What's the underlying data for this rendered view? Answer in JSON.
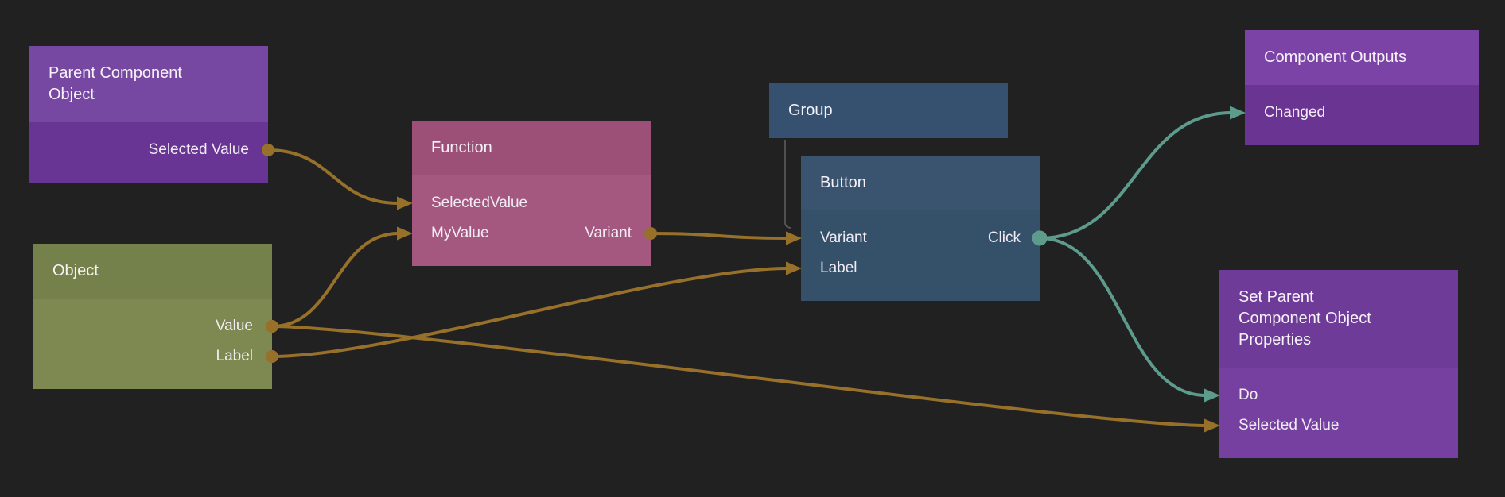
{
  "app": {
    "view": "node-graph-canvas"
  },
  "colors": {
    "background": "#222122",
    "gold": "#97702a",
    "teal": "#5d9c8c",
    "tree": "#606060",
    "text": "#f1ecf3"
  },
  "nodes": {
    "pco": {
      "title": "Parent Component Object",
      "header_color": "#7648a1",
      "body_color": "#693594",
      "ports": {
        "out0": "Selected Value"
      }
    },
    "object": {
      "title": "Object",
      "header_color": "#75814a",
      "body_color": "#7d8951",
      "ports": {
        "out0": "Value",
        "out1": "Label"
      }
    },
    "function": {
      "title": "Function",
      "header_color": "#9d5077",
      "body_color": "#a5587f",
      "ports": {
        "in0": "SelectedValue",
        "in1": "MyValue",
        "out1": "Variant"
      }
    },
    "group": {
      "title": "Group",
      "header_color": "#36516f"
    },
    "button": {
      "title": "Button",
      "header_color": "#3a5470",
      "body_color": "#355069",
      "ports": {
        "in0": "Variant",
        "out0": "Click",
        "in1": "Label"
      }
    },
    "compout": {
      "title": "Component Outputs",
      "header_color": "#7b43a6",
      "body_color": "#6a3493",
      "ports": {
        "in0": "Changed"
      }
    },
    "setparent": {
      "title": "Set Parent Component Object Properties",
      "header_color": "#6e3b98",
      "body_color": "#7640a1",
      "ports": {
        "in0": "Do",
        "in1": "Selected Value"
      }
    }
  },
  "edges": [
    {
      "from": "pco.out0",
      "to": "function.in0",
      "color": "gold"
    },
    {
      "from": "object.out0",
      "to": "function.in1",
      "color": "gold"
    },
    {
      "from": "object.out0",
      "to": "setparent.in1",
      "color": "gold"
    },
    {
      "from": "object.out1",
      "to": "button.in1",
      "color": "gold"
    },
    {
      "from": "function.out1",
      "to": "button.in0",
      "color": "gold"
    },
    {
      "from": "button.out0",
      "to": "compout.in0",
      "color": "teal"
    },
    {
      "from": "button.out0",
      "to": "setparent.in0",
      "color": "teal"
    },
    {
      "type": "tree",
      "from": "group",
      "to": "button",
      "color": "tree"
    }
  ]
}
